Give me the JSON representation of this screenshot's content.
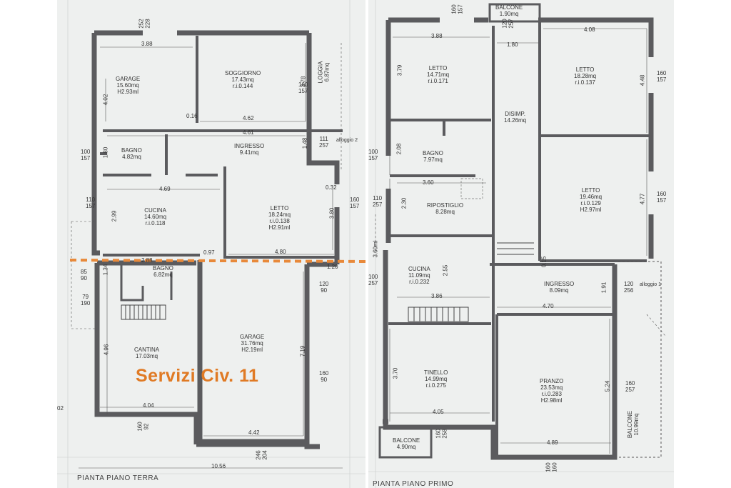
{
  "ground_floor": {
    "title": "PIANTA PIANO TERRA",
    "overlay_label": "Servizi Civ. 11",
    "rooms": {
      "garage_top": {
        "name": "GARAGE",
        "area": "15.60mq",
        "height": "H2.93ml"
      },
      "soggiorno": {
        "name": "SOGGIORNO",
        "area": "17.43mq",
        "ri": "r.i.0.144"
      },
      "loggia": {
        "name": "LOGGIA",
        "area": "6.87mq"
      },
      "bagno_top": {
        "name": "BAGNO",
        "area": "4.82mq"
      },
      "ingresso": {
        "name": "INGRESSO",
        "area": "9.41mq"
      },
      "cucina": {
        "name": "CUCINA",
        "area": "14.60mq",
        "ri": "r.i.0.118"
      },
      "letto": {
        "name": "LETTO",
        "area": "18.24mq",
        "ri": "r.i.0.138",
        "height": "H2.91ml"
      },
      "bagno_low": {
        "name": "BAGNO",
        "area": "6.82mq"
      },
      "cantina": {
        "name": "CANTINA",
        "area": "17.03mq"
      },
      "garage_low": {
        "name": "GARAGE",
        "area": "31.76mq",
        "height": "H2.19ml"
      }
    },
    "dimensions": {
      "d388a": "3.88",
      "d462": "4.62",
      "d461": "4.61",
      "d016": "0.16",
      "d469": "4.69",
      "d288": "2.88",
      "d097": "0.97",
      "d480": "4.80",
      "d404": "4.04",
      "d442": "4.42",
      "d1056": "10.56",
      "d402": "4.02",
      "d378": "3.78",
      "d180": "1.80",
      "d148": "1.48",
      "d299": "2.99",
      "d380": "3.80",
      "d134": "1.34",
      "d496": "4.96",
      "d719": "7.19",
      "d032": "0.32",
      "d120": "1.20"
    },
    "openings": {
      "top": [
        "252",
        "228"
      ],
      "loggia_win": [
        "160",
        "157"
      ],
      "ingresso_win": [
        "111",
        "257"
      ],
      "bagno_win": [
        "100",
        "157"
      ],
      "cucina_win": [
        "110",
        "157"
      ],
      "letto_win": [
        "160",
        "157"
      ],
      "bagno2_win": [
        "85",
        "90"
      ],
      "cantina_win": [
        "79",
        "190"
      ],
      "garage_win_top": [
        "120",
        "90"
      ],
      "garage_win_side": [
        "160",
        "90"
      ],
      "cantina_bottom": [
        "160",
        "92"
      ],
      "garage_door": [
        "246",
        "204"
      ]
    },
    "alloggio": "alloggio 2",
    "edge_num": "02"
  },
  "first_floor": {
    "title": "PIANTA PIANO PRIMO",
    "rooms": {
      "balcone_top": {
        "name": "BALCONE",
        "area": "1.90mq"
      },
      "letto_a": {
        "name": "LETTO",
        "area": "14.71mq",
        "ri": "r.i.0.171"
      },
      "letto_b": {
        "name": "LETTO",
        "area": "18.28mq",
        "ri": "r.i.0.137"
      },
      "disimp": {
        "name": "DISIMP.",
        "area": "14.26mq"
      },
      "bagno": {
        "name": "BAGNO",
        "area": "7.97mq"
      },
      "ripostiglio": {
        "name": "RIPOSTIGLIO",
        "area": "8.28mq"
      },
      "letto_c": {
        "name": "LETTO",
        "area": "19.46mq",
        "ri": "r.i.0.129",
        "height": "H2.97ml"
      },
      "cucina": {
        "name": "CUCINA",
        "area": "11.09mq",
        "ri": "r.i.0.232"
      },
      "ingresso": {
        "name": "INGRESSO",
        "area": "8.09mq"
      },
      "tinello": {
        "name": "TINELLO",
        "area": "14.99mq",
        "ri": "r.i.0.275"
      },
      "pranzo": {
        "name": "PRANZO",
        "area": "23.53mq",
        "ri": "r.i.0.283",
        "height": "H2.98ml"
      },
      "balcone_bl": {
        "name": "BALCONE",
        "area": "4.90mq"
      },
      "balcone_r": {
        "name": "BALCONE",
        "area": "10.99mq"
      }
    },
    "dimensions": {
      "d388": "3.88",
      "d408": "4.08",
      "d180": "1.80",
      "d360": "3.60",
      "d386": "3.86",
      "d470": "4.70",
      "d405": "4.05",
      "d489": "4.89",
      "d379": "3.79",
      "d448": "4.48",
      "d208": "2.08",
      "d230": "2.30",
      "d477": "4.77",
      "d255": "2.55",
      "d360v": "3.60ml",
      "d015": "0.15",
      "d191": "1.91",
      "d370": "3.70",
      "d524": "5.24"
    },
    "openings": {
      "top_left": [
        "160",
        "157"
      ],
      "top_mid": [
        "120",
        "257"
      ],
      "letto_b_win": [
        "160",
        "157"
      ],
      "bagno_win": [
        "100",
        "157"
      ],
      "rip_win": [
        "110",
        "257"
      ],
      "letto_c_win": [
        "160",
        "157"
      ],
      "cucina_win": [
        "100",
        "257"
      ],
      "ingresso_win": [
        "120",
        "256"
      ],
      "pranzo_win": [
        "160",
        "257"
      ],
      "tinello_bottom": [
        "160",
        "258"
      ],
      "pranzo_bottom": [
        "160",
        "160"
      ]
    },
    "alloggio": "alloggio 1"
  }
}
